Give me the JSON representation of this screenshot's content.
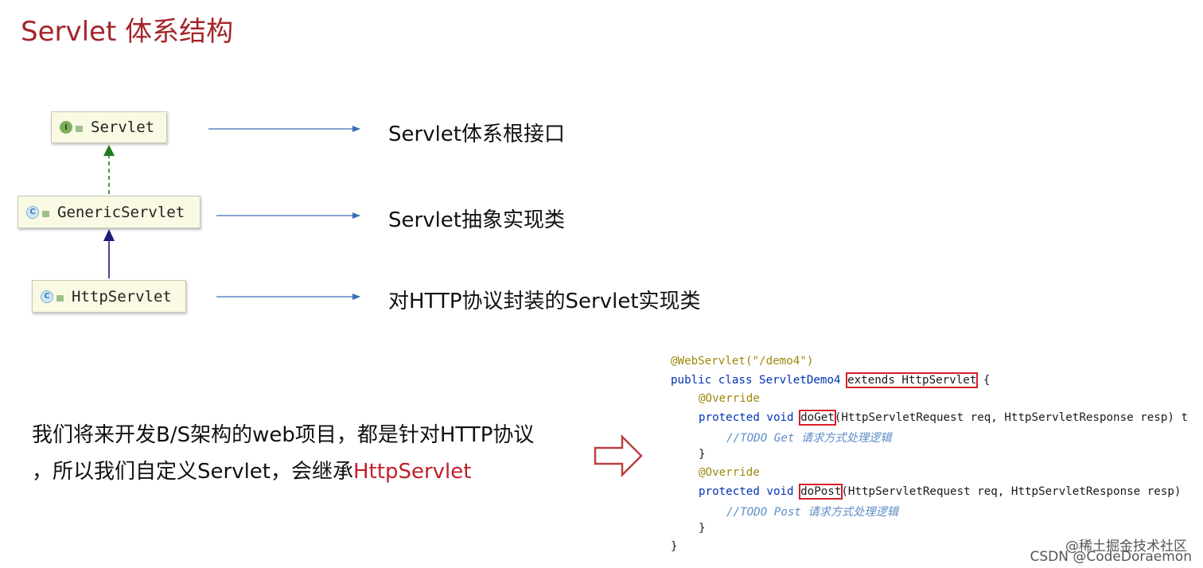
{
  "title": "Servlet 体系结构",
  "nodes": [
    {
      "label": "Servlet",
      "icon": "I"
    },
    {
      "label": "GenericServlet",
      "icon": "C"
    },
    {
      "label": "HttpServlet",
      "icon": "C"
    }
  ],
  "descriptions": [
    "Servlet体系根接口",
    "Servlet抽象实现类",
    "对HTTP协议封装的Servlet实现类"
  ],
  "paragraph": {
    "line1": "我们将来开发B/S架构的web项目，都是针对HTTP协议",
    "line2_plain": "，所以我们自定义Servlet，会继承",
    "line2_highlight": "HttpServlet"
  },
  "code": {
    "annotation_class": "@WebServlet(\"/demo4\")",
    "class_decl_pre": "public class ServletDemo4 ",
    "class_decl_boxed": "extends HttpServlet",
    "class_decl_post": " {",
    "override1": "@Override",
    "method1_pre": "protected void ",
    "method1_name": "doGet",
    "method1_post": "(HttpServletRequest req, HttpServletResponse resp) t",
    "comment1": "//TODO Get 请求方式处理逻辑",
    "close1": "}",
    "override2": "@Override",
    "method2_pre": "protected void ",
    "method2_name": "doPost",
    "method2_post": "(HttpServletRequest req, HttpServletResponse resp)",
    "comment2": "//TODO Post 请求方式处理逻辑",
    "close2": "}",
    "close_class": "}"
  },
  "watermark": {
    "line1": "@稀土掘金技术社区",
    "line2": "CSDN @CodeDoraemon"
  },
  "colors": {
    "title": "#a3262b",
    "highlight": "#c0202a",
    "arrow_blue": "#3d6db3",
    "implements_arrow": "#1f7a1f",
    "extends_arrow": "#1b1b7a",
    "code_box": "#d61f2c",
    "big_arrow": "#b8413f"
  }
}
